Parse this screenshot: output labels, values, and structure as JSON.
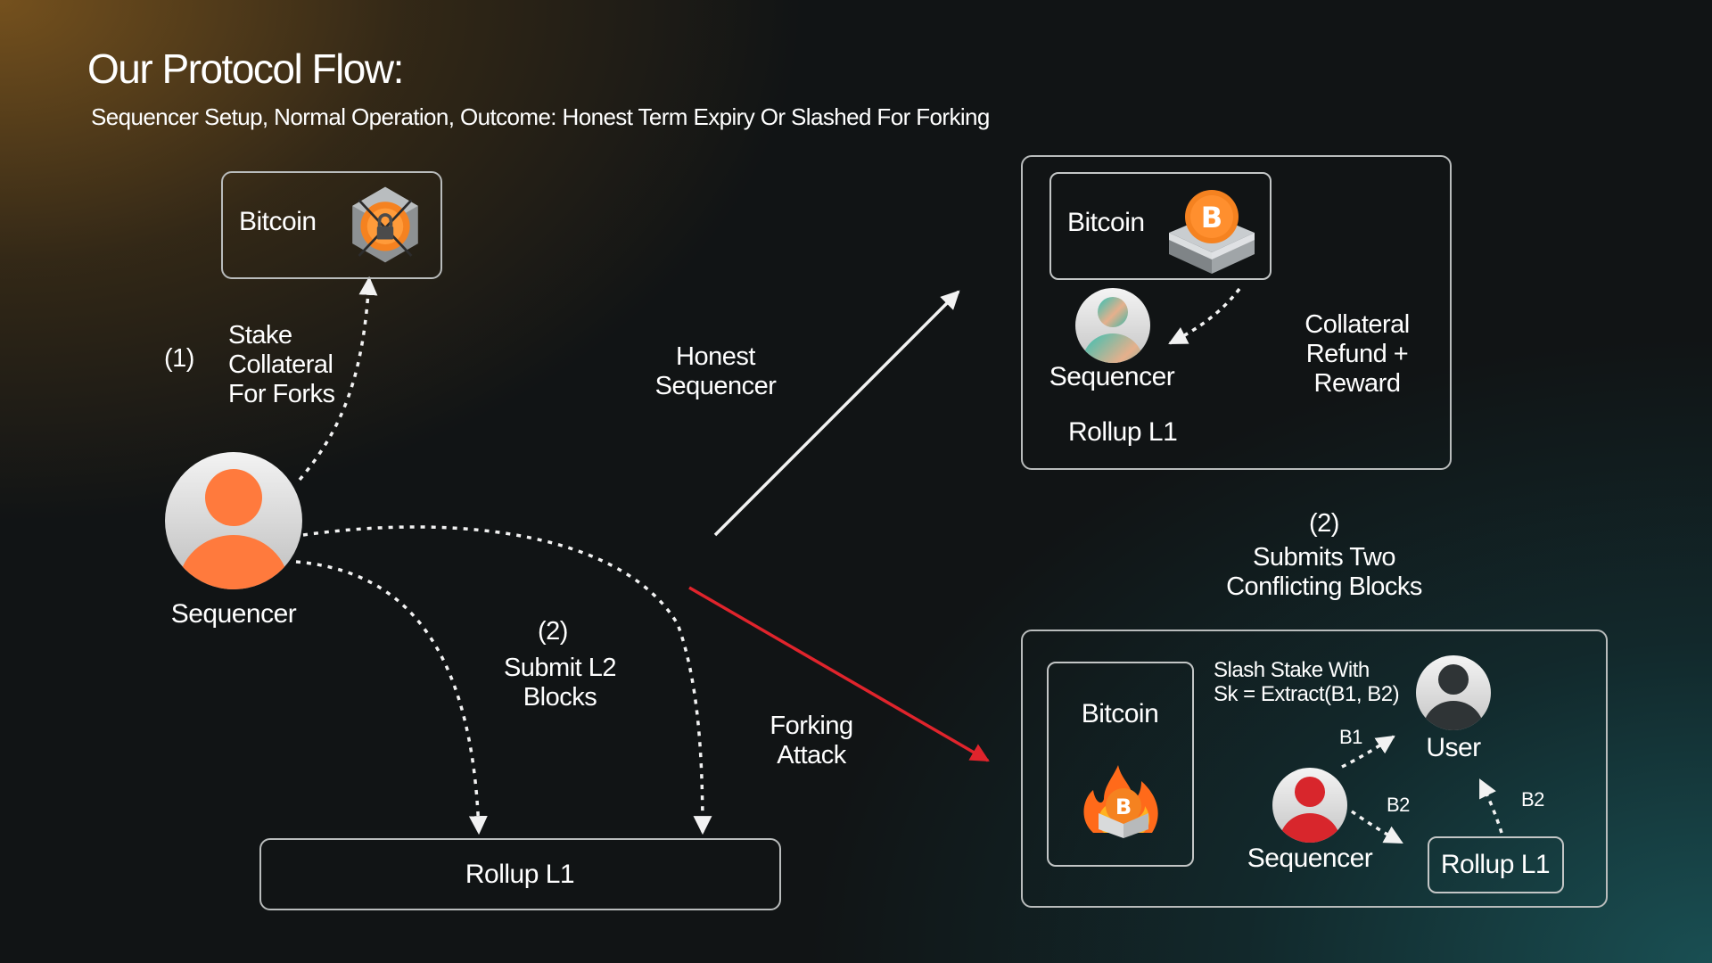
{
  "header": {
    "title": "Our Protocol Flow:",
    "subtitle": "Sequencer Setup, Normal Operation, Outcome: Honest Term Expiry Or Slashed For Forking"
  },
  "setup": {
    "bitcoin_label": "Bitcoin",
    "step1_number": "(1)",
    "step1_text": [
      "Stake",
      "Collateral",
      "For Forks"
    ],
    "sequencer_label": "Sequencer",
    "step2_number": "(2)",
    "step2_text": [
      "Submit L2",
      "Blocks"
    ],
    "rollup_label": "Rollup L1"
  },
  "honest_path": {
    "arrow_label": [
      "Honest",
      "Sequencer"
    ],
    "bitcoin_label": "Bitcoin",
    "sequencer_label": "Sequencer",
    "rollup_label": "Rollup L1",
    "outcome_text": [
      "Collateral",
      "Refund +",
      "Reward"
    ]
  },
  "fork_path": {
    "arrow_label": [
      "Forking",
      "Attack"
    ],
    "step2_number": "(2)",
    "step2_text": [
      "Submits Two",
      "Conflicting Blocks"
    ],
    "bitcoin_label": "Bitcoin",
    "slash_text": [
      "Slash Stake With",
      "Sk = Extract(B1, B2)"
    ],
    "user_label": "User",
    "block1_label": "B1",
    "block2_label": "B2",
    "block2_rollup_label": "B2",
    "sequencer_label": "Sequencer",
    "rollup_label": "Rollup L1"
  },
  "colors": {
    "accent_orange": "#ff7a3d",
    "attack_red": "#e0242c",
    "slashed_red": "#d8262c",
    "line_white": "#f2f2f2",
    "box_border": "#b9bcbc"
  },
  "icons": {
    "locked_bitcoin": "locked-bitcoin-icon",
    "bitcoin_in_box": "bitcoin-box-icon",
    "burning_bitcoin": "burning-bitcoin-icon",
    "avatar": "person-avatar-icon"
  }
}
